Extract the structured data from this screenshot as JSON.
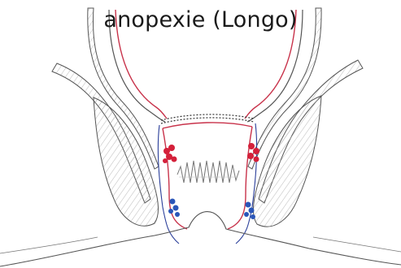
{
  "title": "anopexie (Longo)",
  "colors": {
    "background": "#ffffff",
    "outline": "#4a4a4a",
    "mucosa": "#c8324a",
    "vein": "#2b3f9a",
    "hemorrhoid_red": "#d4203a",
    "hemorrhoid_blue": "#2a56b8",
    "muscle_hatch": "#9a9a9a"
  },
  "icons": [
    "staple-line",
    "internal-hemorrhoid",
    "external-hemorrhoid",
    "anal-canal-folds"
  ]
}
